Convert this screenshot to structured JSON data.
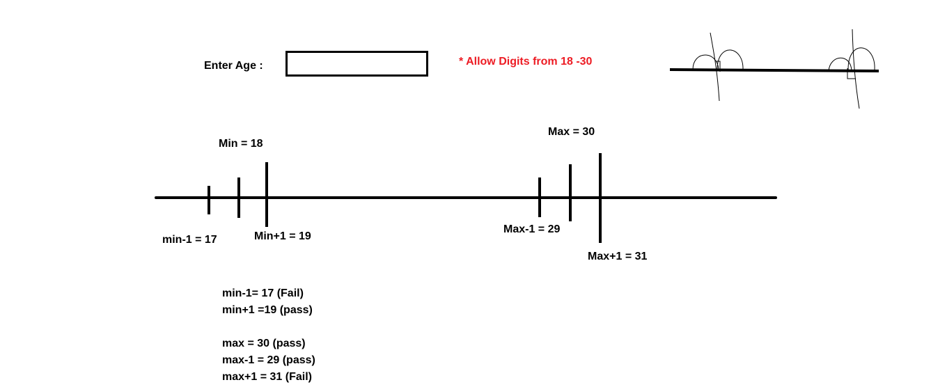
{
  "form": {
    "age_label": "Enter Age :",
    "age_value": "",
    "allow_note": "* Allow Digits from 18 -30"
  },
  "number_line": {
    "min_label": "Min = 18",
    "max_label": "Max = 30",
    "min_minus_1_label": "min-1 = 17",
    "min_plus_1_label": "Min+1 = 19",
    "max_minus_1_label": "Max-1 = 29",
    "max_plus_1_label": "Max+1 = 31"
  },
  "results": [
    "min-1= 17 (Fail)",
    "min+1 =19 (pass)",
    "",
    "max = 30 (pass)",
    "max-1 = 29 (pass)",
    "max+1 = 31 (Fail)"
  ],
  "colors": {
    "ink": "#000000",
    "note_red": "#ed1c24",
    "background": "#ffffff"
  }
}
